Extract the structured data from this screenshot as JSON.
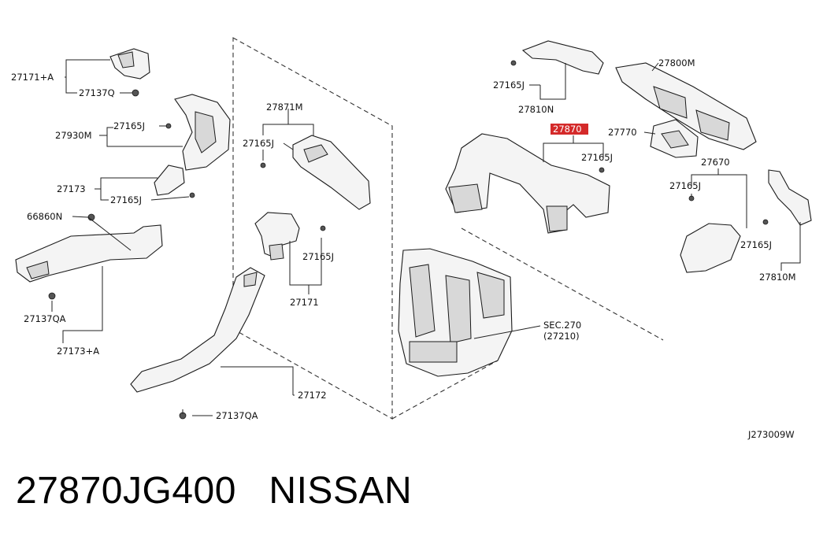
{
  "callouts": {
    "c27171A": "27171+A",
    "c27137Q": "27137Q",
    "c27930M": "27930M",
    "c27165J_a": "27165J",
    "c27173": "27173",
    "c27165J_b": "27165J",
    "c66860N": "66860N",
    "c27137QA_a": "27137QA",
    "c27173A": "27173+A",
    "c27871M": "27871M",
    "c27165J_c": "27165J",
    "c27165J_d": "27165J",
    "c27171": "27171",
    "c27172": "27172",
    "c27137QA_b": "27137QA",
    "c27165J_e": "27165J",
    "c27810N": "27810N",
    "c27870": "27870",
    "c27165J_f": "27165J",
    "c27800M": "27800M",
    "c27770": "27770",
    "c27670": "27670",
    "c27165J_g": "27165J",
    "c27165J_h": "27165J",
    "c27810M": "27810M",
    "sec270": "SEC.270",
    "sec27210": "(27210)"
  },
  "diagram_id": "J273009W",
  "footer": {
    "part_number": "27870JG400",
    "brand": "NISSAN"
  },
  "colors": {
    "highlight": "#d42a2a",
    "line": "#222222"
  }
}
